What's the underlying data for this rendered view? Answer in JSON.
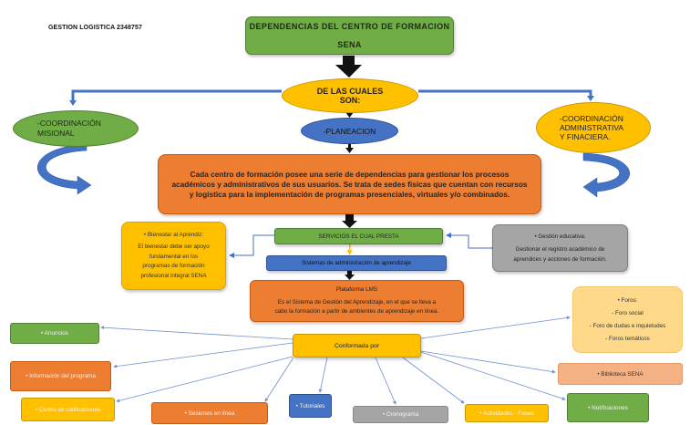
{
  "document_title": "GESTION LOGISTICA 2348757",
  "main_title": {
    "line1": "DEPENDENCIAS DEL CENTRO DE FORMACION",
    "line2": "SENA"
  },
  "connector": {
    "line1": "DE LAS CUALES",
    "line2": "SON:"
  },
  "branches": {
    "left": {
      "line1": "-COORDINACIÓN",
      "line2": "MISIONAL"
    },
    "center": {
      "label": "-PLANEACION"
    },
    "right": {
      "line1": "-COORDINACIÓN",
      "line2": "ADMINISTRATIVA",
      "line3": "Y FINACIERA."
    }
  },
  "description": {
    "line1": "Cada centro de formación posee una serie de dependencias para gestionar los procesos",
    "line2": "académicos y administrativos de sus usuarios. Se trata de sedes físicas que cuentan con recursos",
    "line3": "y logística para la implementación de programas presenciales, virtuales y/o combinados."
  },
  "bienestar": {
    "heading": "• Bienestar al Aprendiz:",
    "line1": "El bienestar debe ser apoyo",
    "line2": "fundamental en los",
    "line3": "programas de formación",
    "line4": "profesional integral SENA"
  },
  "servicios": {
    "label": "SERVICIOS EL CUAL PRESTA"
  },
  "sistemas": {
    "label": "Sistemas de administración de aprendizaje"
  },
  "gestion_educativa": {
    "heading": "• Gestión educativa:",
    "line1": "Gestionar el registro académico de",
    "line2": "aprendices y acciones de formación."
  },
  "plataforma": {
    "heading": "Plataforma LMS",
    "line1": "Es el Sistema de Gestión del Aprendizaje, en el que se lleva a",
    "line2": "cabo la formación a partir de ambientes de aprendizaje en línea."
  },
  "conformada": {
    "label": "Conformada por"
  },
  "foros": {
    "heading": "• Foros:",
    "items": [
      "- Foro social",
      "- Foro de dudas e inquietudes",
      "- Foros temáticos"
    ]
  },
  "components": {
    "anuncios": "• Anuncios",
    "informacion": "• Información del programa",
    "calificaciones": "• Centro de calificaciones",
    "sesiones": "• Sesiones en línea",
    "tutoriales": "• Tutoriales",
    "cronograma": "• Cronograma",
    "actividades": "• Actividades - Fases",
    "notificaciones": "• Notificaciones",
    "biblioteca": "• Biblioteca SENA"
  },
  "colors": {
    "green": "#70ad47",
    "orange": "#ed7d31",
    "gold": "#ffc000",
    "blue": "#4472c4",
    "gray": "#a5a5a5",
    "light_gold": "#ffd98a",
    "salmon": "#f4b183",
    "connector_blue": "#4472c4"
  }
}
